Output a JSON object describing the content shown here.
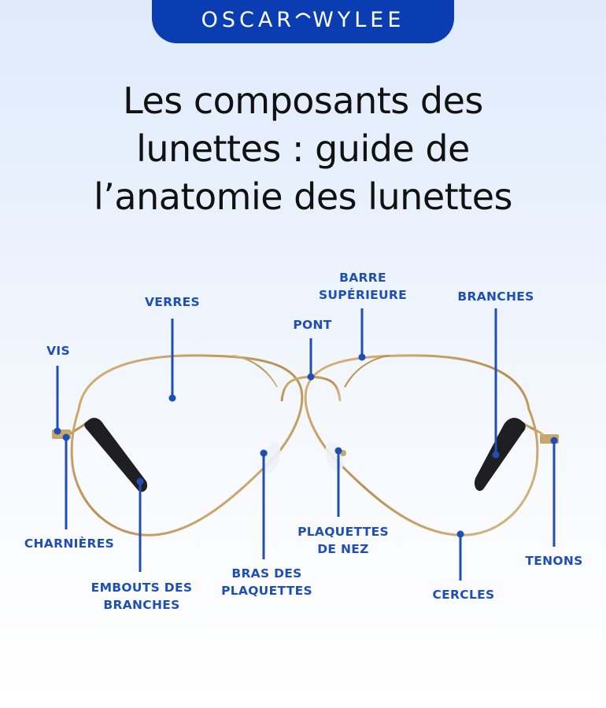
{
  "brand": {
    "logo_left": "OSCAR",
    "logo_right": "WYLEE",
    "logo_bg_color": "#0a3db1"
  },
  "title": {
    "lines": [
      "Les composants des",
      "lunettes : guide de",
      "l’anatomie des lunettes"
    ]
  },
  "colors": {
    "label": "#1f4fb4",
    "frame_gold": "#c9a46a",
    "temple_tip": "#222222"
  },
  "labels": {
    "verres": "VERRES",
    "barre_line1": "BARRE",
    "barre_line2": "SUPÉRIEURE",
    "pont": "PONT",
    "branches": "BRANCHES",
    "vis": "VIS",
    "charnieres": "CHARNIÈRES",
    "embouts_line1": "EMBOUTS DES",
    "embouts_line2": "BRANCHES",
    "bras_line1": "BRAS DES",
    "bras_line2": "PLAQUETTES",
    "plaquettes_line1": "PLAQUETTES",
    "plaquettes_line2": "DE NEZ",
    "cercles": "CERCLES",
    "tenons": "TENONS"
  }
}
